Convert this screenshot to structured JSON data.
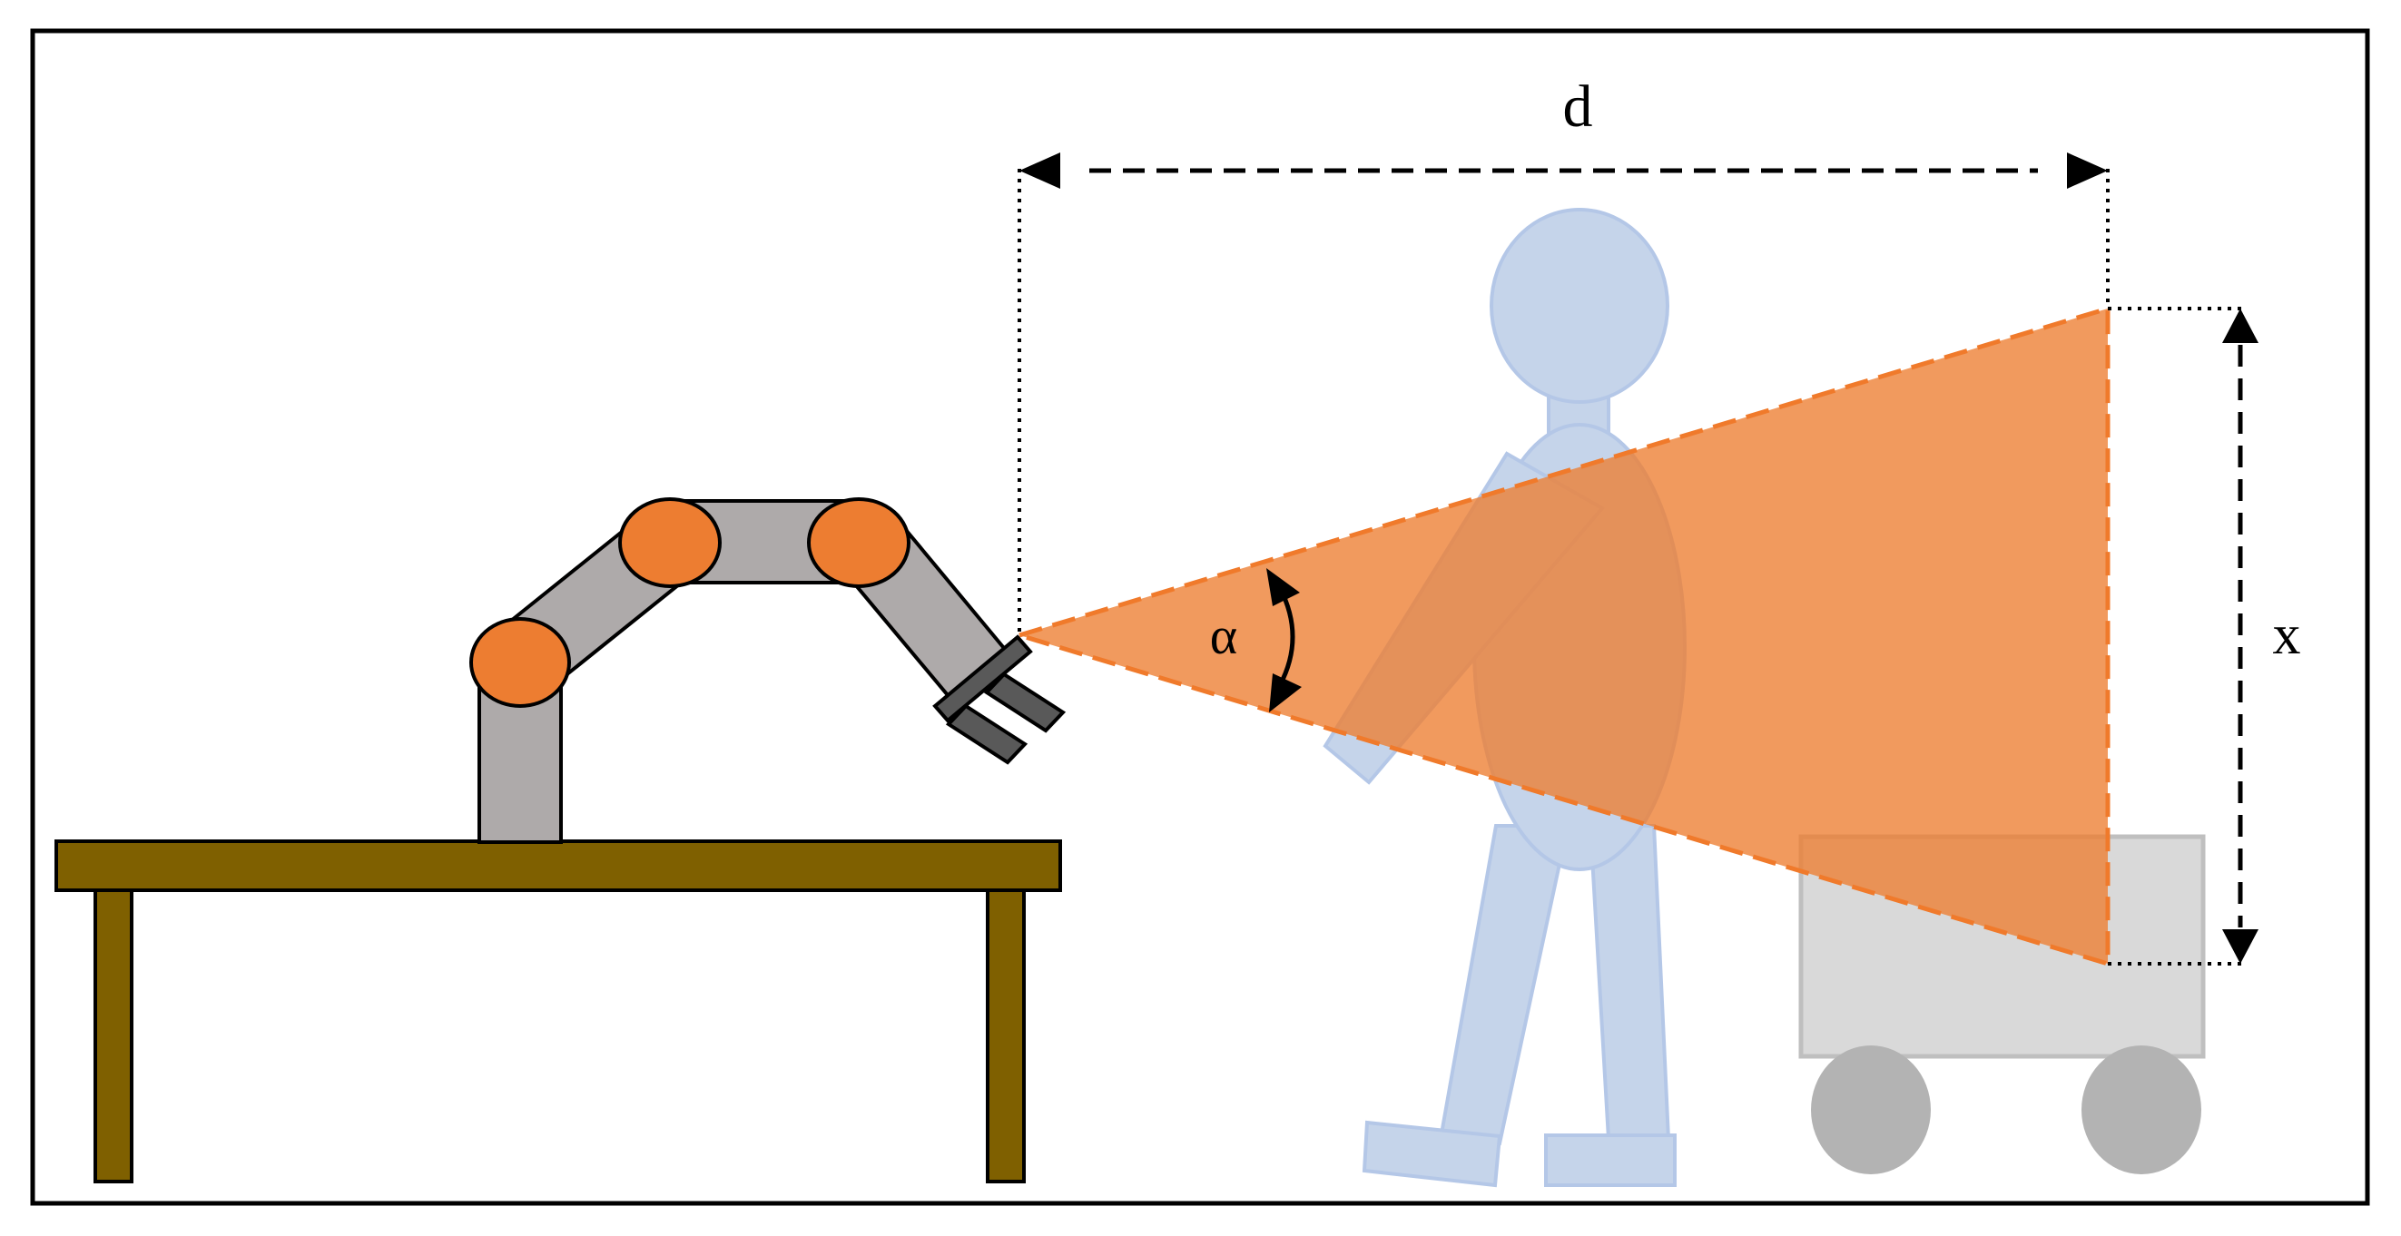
{
  "labels": {
    "distance": "d",
    "width": "x",
    "angle": "α"
  },
  "colors": {
    "robot_joint": "#ED7D31",
    "robot_link": "#AEAAAA",
    "gripper": "#595959",
    "table": "#7F6000",
    "human": "#C5D4EA",
    "human_outline": "#B4C7E7",
    "cart": "#D9D9D9",
    "cart_outline": "#BFBFBF",
    "wheel": "#B3B3B3",
    "sensor_cone": "#ED7D31",
    "sensor_cone_border": "#F07A2B"
  },
  "elements": {
    "robot": "robot-arm",
    "table": "table",
    "person": "human",
    "cart": "cart",
    "sensor_field": "sensor-cone"
  }
}
